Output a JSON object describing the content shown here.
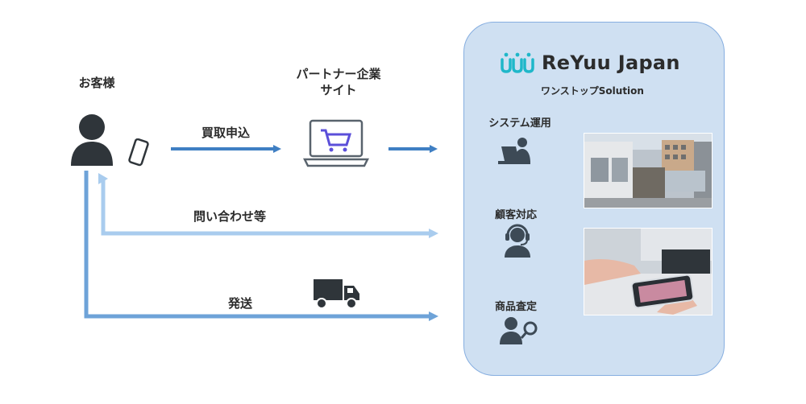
{
  "customer": {
    "label": "お客様"
  },
  "partner_site": {
    "label_line1": "パートナー企業",
    "label_line2": "サイト"
  },
  "flows": {
    "purchase_request": "買取申込",
    "inquiry": "問い合わせ等",
    "shipping": "発送"
  },
  "company": {
    "name": "ReYuu Japan",
    "subtitle": "ワンストップSolution",
    "services": [
      {
        "label": "システム運用",
        "icon": "laptop-operator-icon"
      },
      {
        "label": "顧客対応",
        "icon": "headset-operator-icon"
      },
      {
        "label": "商品査定",
        "icon": "person-magnifier-icon"
      }
    ]
  },
  "photos": [
    {
      "subject": "warehouse-building-photo"
    },
    {
      "subject": "smartphone-inspection-photo"
    }
  ],
  "colors": {
    "arrow_dark": "#3f7fc3",
    "arrow_light": "#a9ccee",
    "panel_fill": "#cfe0f2",
    "panel_border": "#86aee0",
    "icon_dark": "#3d4a56",
    "logo_teal": "#1fb7c9"
  }
}
